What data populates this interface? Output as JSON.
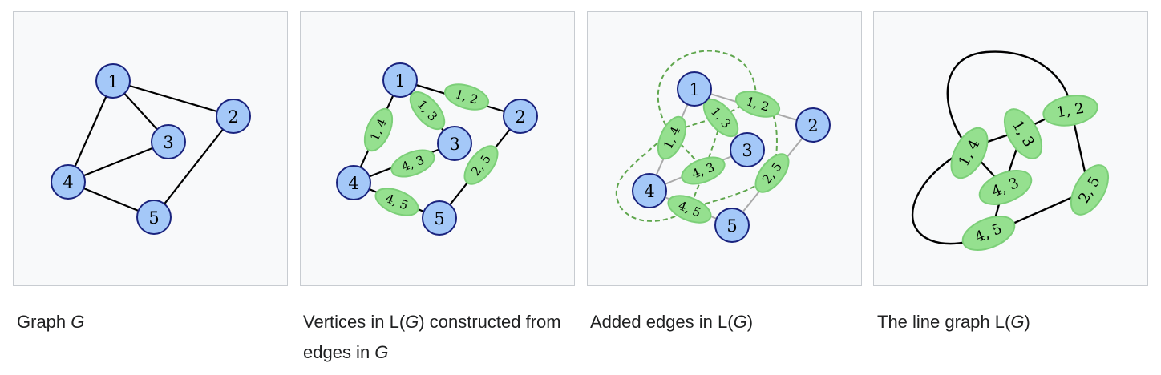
{
  "vertex_labels": [
    "1",
    "2",
    "3",
    "4",
    "5"
  ],
  "edge_labels": [
    "1, 2",
    "1, 3",
    "1, 4",
    "4, 3",
    "4, 5",
    "2, 5"
  ],
  "captions": {
    "p1": {
      "pre": "Graph ",
      "g": "G",
      "post": ""
    },
    "p2": {
      "pre": "Vertices in L(",
      "g": "G",
      "mid": ") constructed from edges in ",
      "g2": "G"
    },
    "p3": {
      "pre": "Added edges in L(",
      "g": "G",
      "post": ")"
    },
    "p4": {
      "pre": "The line graph L(",
      "g": "G",
      "post": ")"
    }
  },
  "colors": {
    "vertex_fill": "#a4c8f8",
    "vertex_stroke": "#1a237e",
    "edge_node_fill": "#95e08f",
    "edge_node_stroke": "#7ccf78",
    "dashed": "#5fa64d",
    "gray_edge": "#aaaaaa"
  }
}
